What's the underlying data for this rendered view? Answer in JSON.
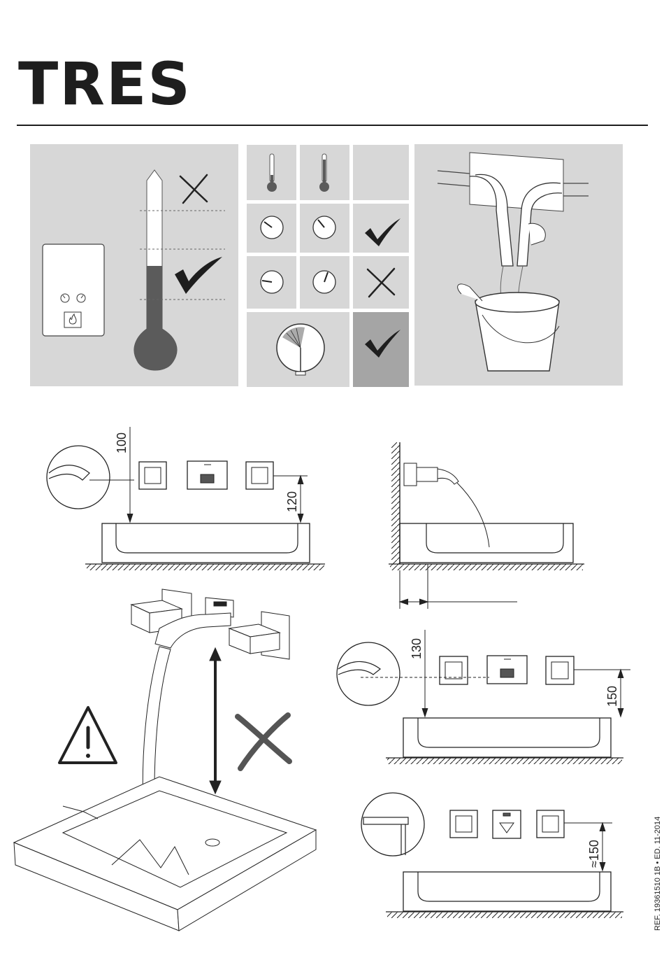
{
  "header": {
    "logo": "TRES"
  },
  "figure1": {
    "panel_bg": "#d7d7d7",
    "mercury_color": "#5b5b5b",
    "symbols": [
      "cross-mark",
      "check-mark"
    ],
    "heater_icons": [
      "gauge-icon",
      "gauge-icon",
      "flame-icon"
    ]
  },
  "figure2": {
    "grid": [
      [
        "thermometer-low-icon",
        "thermometer-high-icon",
        "empty"
      ],
      [
        "gauge-icon",
        "gauge-icon",
        "check-mark"
      ],
      [
        "gauge-icon",
        "gauge-icon",
        "cross-mark"
      ],
      [
        "clock-gauge-icon",
        "check-mark"
      ]
    ]
  },
  "figure4": {
    "dim_height": "100",
    "dim_clearance": "120"
  },
  "figure6": {
    "dim_height": "130",
    "dim_clearance": "150"
  },
  "figure7": {
    "dim_clearance": "≈150"
  },
  "footer": {
    "reference": "REF. 19361510 1B • ED. 11-2014"
  }
}
